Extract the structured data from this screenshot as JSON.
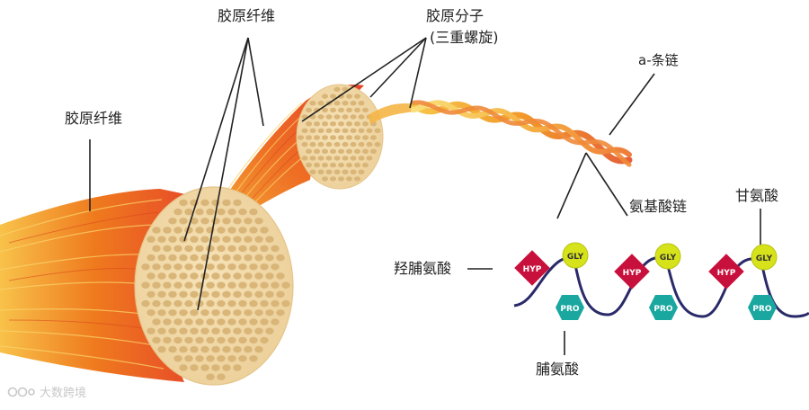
{
  "labels": {
    "collagen_fiber_top": "胶原纤维",
    "collagen_fiber_left": "胶原纤维",
    "collagen_molecule": "胶原分子",
    "triple_helix": "(三重螺旋)",
    "alpha_chain": "a-条链",
    "amino_acid_chain": "氨基酸链",
    "glycine": "甘氨酸",
    "hydroxyproline": "羟脯氨酸",
    "proline": "脯氨酸"
  },
  "residue_tags": {
    "hyp": "HYP",
    "gly": "GLY",
    "pro": "PRO"
  },
  "colors": {
    "hyp": "#c8103c",
    "gly": "#d6e21a",
    "pro": "#1aa7a0",
    "fiber_orange": "#ef7a1e",
    "fiber_red": "#e8452a",
    "cross_section": "#f2d9a6",
    "fibril_dot": "#d9b578",
    "backbone": "#2a2a6a"
  },
  "watermark": {
    "text": "大数跨境"
  }
}
